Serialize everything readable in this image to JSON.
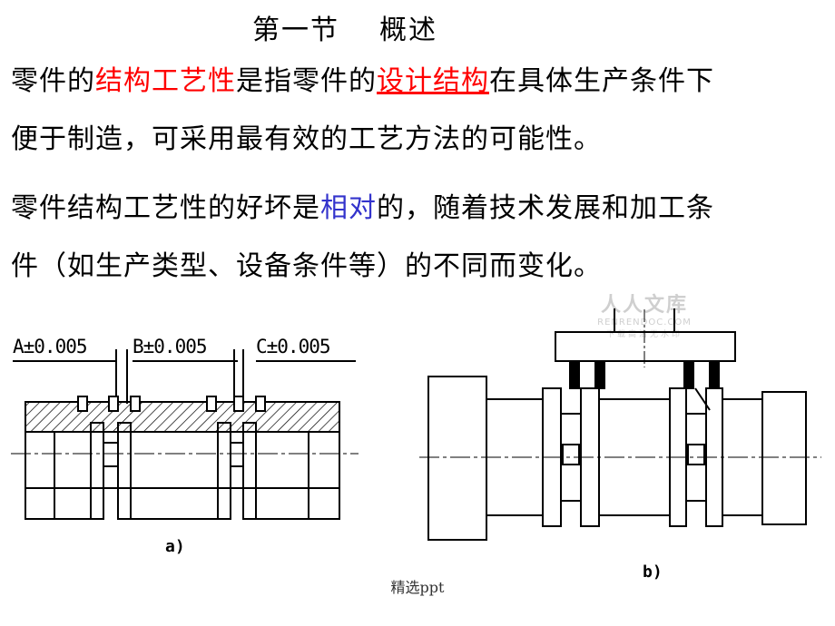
{
  "title": {
    "part1": "第一节",
    "part2": "概述"
  },
  "para1": {
    "t1": "零件的",
    "t2": "结构工艺性",
    "t3": "是指零件的",
    "t4": "设计结构",
    "t5": "在具体生产条件下",
    "line2": "便于制造，可采用最有效的工艺方法的可能性。"
  },
  "para2": {
    "t1": "零件结构工艺性的好坏是",
    "t2": "相对",
    "t3": "的，随着技术发展和加工条",
    "line2": "件（如生产类型、设备条件等）的不同而变化。"
  },
  "figure_a": {
    "dim_a": "A±0.005",
    "dim_b": "B±0.005",
    "dim_c": "C±0.005",
    "caption": "a)"
  },
  "figure_b": {
    "caption": "b)"
  },
  "watermark": {
    "big": "人人文库",
    "mid": "RENRENDOC.COM",
    "small": "下载高清无水印"
  },
  "footer": "精选ppt",
  "colors": {
    "highlight_red": "#ff0000",
    "highlight_blue": "#3333cc"
  }
}
